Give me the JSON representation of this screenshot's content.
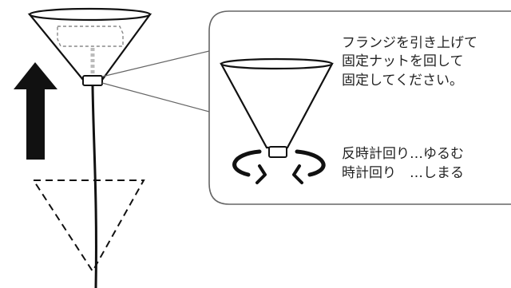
{
  "callout": {
    "instruction_lines": [
      "フランジを引き上げて",
      "固定ナットを回して",
      "固定してください。"
    ],
    "rotation_lines": [
      "反時計回り…ゆるむ",
      "時計回り　…しまる"
    ]
  },
  "icons": [
    "pendant-shade-icon",
    "up-arrow-icon",
    "rotation-arrow-icon"
  ],
  "colors": {
    "line": "#111111",
    "panel_border": "#666666",
    "guide_dots": "#bbbbbb"
  }
}
